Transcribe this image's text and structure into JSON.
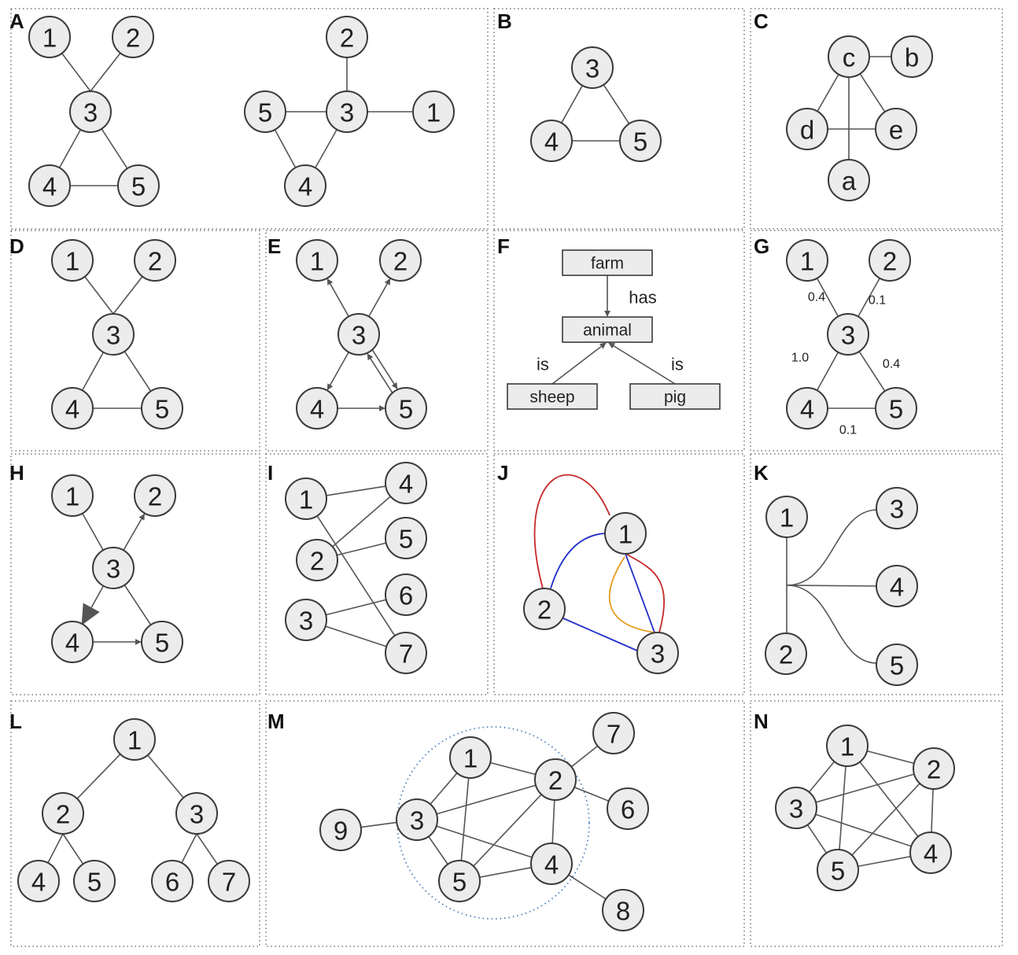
{
  "panels": [
    {
      "id": "A",
      "letter": "A",
      "nodes": [
        {
          "key": "A1",
          "label": "1"
        },
        {
          "key": "A2",
          "label": "2"
        },
        {
          "key": "A3",
          "label": "3"
        },
        {
          "key": "A4",
          "label": "4"
        },
        {
          "key": "A5",
          "label": "5"
        },
        {
          "key": "A2b",
          "label": "2"
        },
        {
          "key": "A5b",
          "label": "5"
        },
        {
          "key": "A3b",
          "label": "3"
        },
        {
          "key": "A1b",
          "label": "1"
        },
        {
          "key": "A4b",
          "label": "4"
        }
      ]
    },
    {
      "id": "B",
      "letter": "B",
      "nodes": [
        {
          "key": "B3",
          "label": "3"
        },
        {
          "key": "B4",
          "label": "4"
        },
        {
          "key": "B5",
          "label": "5"
        }
      ]
    },
    {
      "id": "C",
      "letter": "C",
      "nodes": [
        {
          "key": "Cc",
          "label": "c"
        },
        {
          "key": "Cb",
          "label": "b"
        },
        {
          "key": "Cd",
          "label": "d"
        },
        {
          "key": "Ce",
          "label": "e"
        },
        {
          "key": "Ca",
          "label": "a"
        }
      ]
    },
    {
      "id": "D",
      "letter": "D",
      "nodes": [
        {
          "key": "D1",
          "label": "1"
        },
        {
          "key": "D2",
          "label": "2"
        },
        {
          "key": "D3",
          "label": "3"
        },
        {
          "key": "D4",
          "label": "4"
        },
        {
          "key": "D5",
          "label": "5"
        }
      ]
    },
    {
      "id": "E",
      "letter": "E",
      "nodes": [
        {
          "key": "E1",
          "label": "1"
        },
        {
          "key": "E2",
          "label": "2"
        },
        {
          "key": "E3",
          "label": "3"
        },
        {
          "key": "E4",
          "label": "4"
        },
        {
          "key": "E5",
          "label": "5"
        }
      ]
    },
    {
      "id": "F",
      "letter": "F",
      "nodes": [],
      "boxes": [
        {
          "key": "Ffarm",
          "label": "farm"
        },
        {
          "key": "Fanimal",
          "label": "animal"
        },
        {
          "key": "Fsheep",
          "label": "sheep"
        },
        {
          "key": "Fpig",
          "label": "pig"
        }
      ],
      "relations": [
        {
          "key": "Fhas",
          "label": "has"
        },
        {
          "key": "Fis1",
          "label": "is"
        },
        {
          "key": "Fis2",
          "label": "is"
        }
      ]
    },
    {
      "id": "G",
      "letter": "G",
      "nodes": [
        {
          "key": "G1",
          "label": "1"
        },
        {
          "key": "G2",
          "label": "2"
        },
        {
          "key": "G3",
          "label": "3"
        },
        {
          "key": "G4",
          "label": "4"
        },
        {
          "key": "G5",
          "label": "5"
        }
      ],
      "weights": [
        {
          "key": "w13",
          "label": "0.4"
        },
        {
          "key": "w23",
          "label": "0.1"
        },
        {
          "key": "w34",
          "label": "1.0"
        },
        {
          "key": "w35",
          "label": "0.4"
        },
        {
          "key": "w45",
          "label": "0.1"
        }
      ]
    },
    {
      "id": "H",
      "letter": "H",
      "nodes": [
        {
          "key": "H1",
          "label": "1"
        },
        {
          "key": "H2",
          "label": "2"
        },
        {
          "key": "H3",
          "label": "3"
        },
        {
          "key": "H4",
          "label": "4"
        },
        {
          "key": "H5",
          "label": "5"
        }
      ]
    },
    {
      "id": "I",
      "letter": "I",
      "nodes": [
        {
          "key": "I1",
          "label": "1"
        },
        {
          "key": "I2",
          "label": "2"
        },
        {
          "key": "I3",
          "label": "3"
        },
        {
          "key": "I4",
          "label": "4"
        },
        {
          "key": "I5",
          "label": "5"
        },
        {
          "key": "I6",
          "label": "6"
        },
        {
          "key": "I7",
          "label": "7"
        }
      ]
    },
    {
      "id": "J",
      "letter": "J",
      "nodes": [
        {
          "key": "J1",
          "label": "1"
        },
        {
          "key": "J2",
          "label": "2"
        },
        {
          "key": "J3",
          "label": "3"
        }
      ],
      "edge_colors": {
        "red": "#c62828",
        "blue": "#1f2fc8",
        "orange": "#e89a1c"
      }
    },
    {
      "id": "K",
      "letter": "K",
      "nodes": [
        {
          "key": "K1",
          "label": "1"
        },
        {
          "key": "K2",
          "label": "2"
        },
        {
          "key": "K3",
          "label": "3"
        },
        {
          "key": "K4",
          "label": "4"
        },
        {
          "key": "K5",
          "label": "5"
        }
      ]
    },
    {
      "id": "L",
      "letter": "L",
      "nodes": [
        {
          "key": "L1",
          "label": "1"
        },
        {
          "key": "L2",
          "label": "2"
        },
        {
          "key": "L3",
          "label": "3"
        },
        {
          "key": "L4",
          "label": "4"
        },
        {
          "key": "L5",
          "label": "5"
        },
        {
          "key": "L6",
          "label": "6"
        },
        {
          "key": "L7",
          "label": "7"
        }
      ]
    },
    {
      "id": "M",
      "letter": "M",
      "nodes": [
        {
          "key": "M1",
          "label": "1"
        },
        {
          "key": "M2",
          "label": "2"
        },
        {
          "key": "M3",
          "label": "3"
        },
        {
          "key": "M4",
          "label": "4"
        },
        {
          "key": "M5",
          "label": "5"
        },
        {
          "key": "M6",
          "label": "6"
        },
        {
          "key": "M7",
          "label": "7"
        },
        {
          "key": "M8",
          "label": "8"
        },
        {
          "key": "M9",
          "label": "9"
        }
      ]
    },
    {
      "id": "N",
      "letter": "N",
      "nodes": [
        {
          "key": "N1",
          "label": "1"
        },
        {
          "key": "N2",
          "label": "2"
        },
        {
          "key": "N3",
          "label": "3"
        },
        {
          "key": "N4",
          "label": "4"
        },
        {
          "key": "N5",
          "label": "5"
        }
      ]
    }
  ]
}
